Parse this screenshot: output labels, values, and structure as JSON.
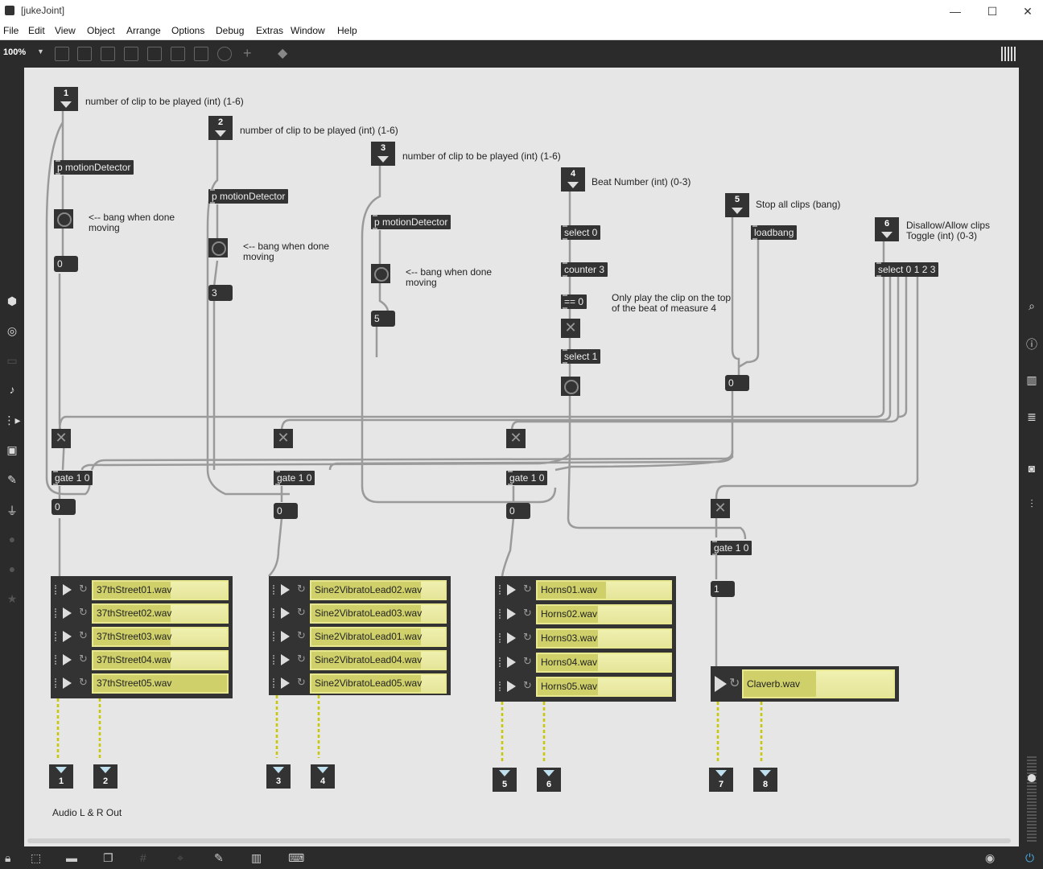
{
  "window": {
    "title": "[jukeJoint]",
    "controls": [
      "—",
      "☐",
      "✕"
    ]
  },
  "menu": [
    "File",
    "Edit",
    "View",
    "Object",
    "Arrange",
    "Options",
    "Debug",
    "Extras",
    "Window",
    "Help"
  ],
  "toolbar": {
    "zoom": "100%"
  },
  "patch": {
    "inlets": [
      {
        "num": "1",
        "comment": "number of clip to be played (int) (1-6)"
      },
      {
        "num": "2",
        "comment": "number of clip to be played (int) (1-6)"
      },
      {
        "num": "3",
        "comment": "number of clip to be played (int) (1-6)"
      },
      {
        "num": "4",
        "comment": "Beat Number (int) (0-3)"
      },
      {
        "num": "5",
        "comment": "Stop all clips (bang)"
      },
      {
        "num": "6",
        "comment": "Disallow/Allow clips Toggle (int) (0-3)"
      }
    ],
    "motion": {
      "obj": "p motionDetector",
      "bang_comment": "<-- bang when done moving"
    },
    "numbers": {
      "n1": "0",
      "n2": "3",
      "n3": "5",
      "n5": "0",
      "g1": "0",
      "g2": "0",
      "g3": "0",
      "g4": "1"
    },
    "beat": {
      "select0": "select 0",
      "counter": "counter 3",
      "eq": "== 0",
      "select1": "select 1",
      "comment": "Only play the clip on the top of the beat of measure 4"
    },
    "loadbang": "loadbang",
    "select_multi": "select 0 1 2 3",
    "gate": "gate 1 0",
    "playlists": [
      [
        "37thStreet01.wav",
        "37thStreet02.wav",
        "37thStreet03.wav",
        "37thStreet04.wav",
        "37thStreet05.wav"
      ],
      [
        "Sine2VibratoLead02.wav",
        "Sine2VibratoLead03.wav",
        "Sine2VibratoLead01.wav",
        "Sine2VibratoLead04.wav",
        "Sine2VibratoLead05.wav"
      ],
      [
        "Horns01.wav",
        "Horns02.wav",
        "Horns03.wav",
        "Horns04.wav",
        "Horns05.wav"
      ],
      [
        "Claverb.wav"
      ]
    ],
    "outlets": [
      "1",
      "2",
      "3",
      "4",
      "5",
      "6",
      "7",
      "8"
    ],
    "out_comment": "Audio L & R Out"
  }
}
